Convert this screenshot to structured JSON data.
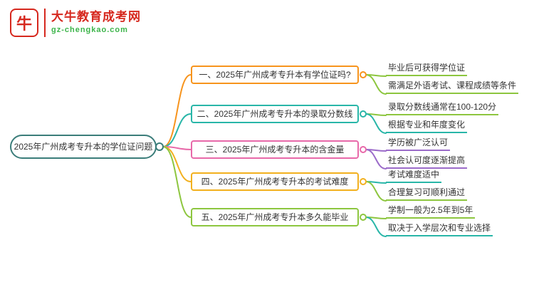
{
  "logo": {
    "brand": "大牛教育成考网",
    "domain": "gz-chengkao.com",
    "icon_glyph": "牛"
  },
  "mindmap": {
    "root": {
      "label": "2025年广州成考专升本的学位证问题",
      "color": "#3b7d7a"
    },
    "branches": [
      {
        "label": "一、2025年广州成考专升本有学位证吗?",
        "color": "#f7941d",
        "children": [
          {
            "label": "毕业后可获得学位证",
            "color": "#8dc63f"
          },
          {
            "label": "需满足外语考试、课程成绩等条件",
            "color": "#8dc63f"
          }
        ]
      },
      {
        "label": "二、2025年广州成考专升本的录取分数线",
        "color": "#29b6a8",
        "children": [
          {
            "label": "录取分数线通常在100-120分",
            "color": "#8dc63f"
          },
          {
            "label": "根据专业和年度变化",
            "color": "#29b6a8"
          }
        ]
      },
      {
        "label": "三、2025年广州成考专升本的含金量",
        "color": "#e869a9",
        "children": [
          {
            "label": "学历被广泛认可",
            "color": "#9b6bc9"
          },
          {
            "label": "社会认可度逐渐提高",
            "color": "#9b6bc9"
          }
        ]
      },
      {
        "label": "四、2025年广州成考专升本的考试难度",
        "color": "#f2b01e",
        "children": [
          {
            "label": "考试难度适中",
            "color": "#29b6a8"
          },
          {
            "label": "合理复习可顺利通过",
            "color": "#8dc63f"
          }
        ]
      },
      {
        "label": "五、2025年广州成考专升本多久能毕业",
        "color": "#8dc63f",
        "children": [
          {
            "label": "学制一般为2.5年到5年",
            "color": "#8dc63f"
          },
          {
            "label": "取决于入学层次和专业选择",
            "color": "#29b6a8"
          }
        ]
      }
    ]
  }
}
